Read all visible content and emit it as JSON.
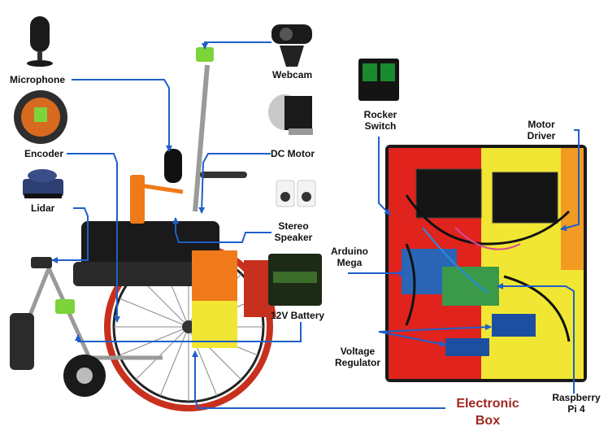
{
  "labels": {
    "microphone": "Microphone",
    "webcam": "Webcam",
    "encoder": "Encoder",
    "dc_motor": "DC Motor",
    "lidar": "Lidar",
    "stereo_speaker_1": "Stereo",
    "stereo_speaker_2": "Speaker",
    "battery": "12V Battery",
    "rocker_switch_1": "Rocker",
    "rocker_switch_2": "Switch",
    "motor_driver_1": "Motor",
    "motor_driver_2": "Driver",
    "arduino_1": "Arduino",
    "arduino_2": "Mega",
    "voltage_regulator_1": "Voltage",
    "voltage_regulator_2": "Regulator",
    "raspberry_1": "Raspberry",
    "raspberry_2": "Pi 4",
    "electronic_box_1": "Electronic",
    "electronic_box_2": "Box"
  },
  "colors": {
    "arrow": "#1f5fc9",
    "box_red": "#e0231d",
    "box_yellow": "#f1e633",
    "frame_black": "#1a1a1a",
    "wheelchair_orange": "#f07a1a",
    "wheel_red": "#c8301e"
  }
}
